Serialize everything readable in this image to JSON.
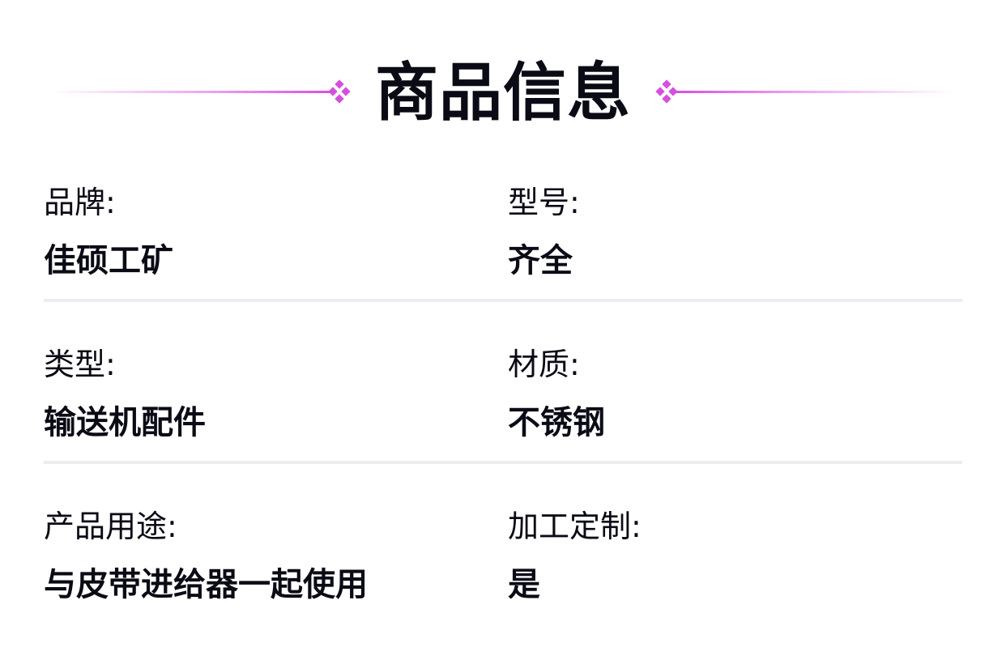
{
  "header": {
    "title": "商品信息",
    "accent_color": "#d64ee0",
    "left_icon": "diamond-cluster-icon",
    "right_icon": "diamond-cluster-icon"
  },
  "specs": [
    {
      "left": {
        "label": "品牌:",
        "value": "佳硕工矿"
      },
      "right": {
        "label": "型号:",
        "value": "齐全"
      }
    },
    {
      "left": {
        "label": "类型:",
        "value": "输送机配件"
      },
      "right": {
        "label": "材质:",
        "value": "不锈钢"
      }
    },
    {
      "left": {
        "label": "产品用途:",
        "value": "与皮带进给器一起使用"
      },
      "right": {
        "label": "加工定制:",
        "value": "是"
      }
    }
  ],
  "colors": {
    "text": "#0b0b16",
    "divider": "#ececf1",
    "background": "#ffffff"
  }
}
